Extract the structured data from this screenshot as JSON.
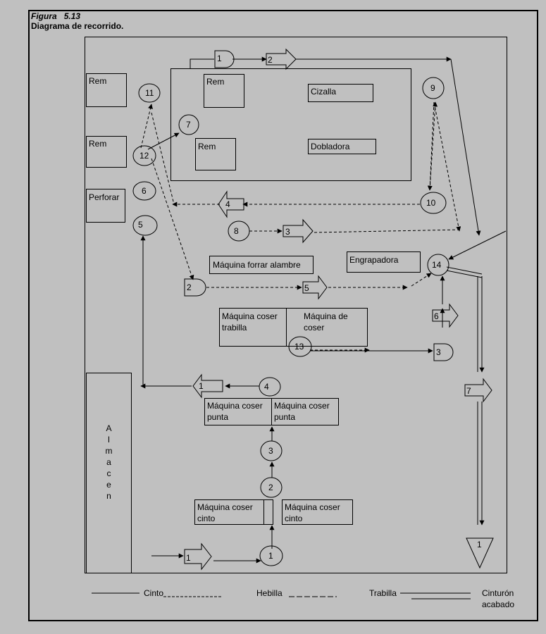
{
  "figure": {
    "label": "Figura",
    "number": "5.13",
    "subtitle": "Diagrama de recorrido."
  },
  "areas": {
    "rem1": "Rem",
    "rem2": "Rem",
    "rem3": "Rem",
    "rem4": "Rem",
    "perforar": "Perforar",
    "cizalla": "Cizalla",
    "dobladora": "Dobladora",
    "forrar": "Máquina forrar alambre",
    "engrapadora": "Engrapadora",
    "coser_trabilla": "Máquina coser trabilla",
    "coser": "Máquina de coser",
    "punta_left": "Máquina coser punta",
    "punta_right": "Máquina coser punta",
    "cinto_left": "Máquina coser cinto",
    "cinto_right": "Máquina coser cinto",
    "almacen": [
      "A",
      "l",
      "m",
      "a",
      "c",
      "e",
      "n"
    ]
  },
  "operations": [
    "1",
    "2",
    "3",
    "4",
    "5",
    "6",
    "7",
    "8",
    "9",
    "10",
    "11",
    "12",
    "13",
    "14"
  ],
  "transports": [
    "1",
    "2",
    "3",
    "4",
    "5",
    "6",
    "7"
  ],
  "delays": [
    "1",
    "2",
    "3"
  ],
  "storage": "1",
  "legend": {
    "cinto": "Cinto",
    "hebilla": "Hebilla",
    "trabilla": "Trabilla",
    "acabado_1": "Cinturón",
    "acabado_2": "acabado"
  }
}
